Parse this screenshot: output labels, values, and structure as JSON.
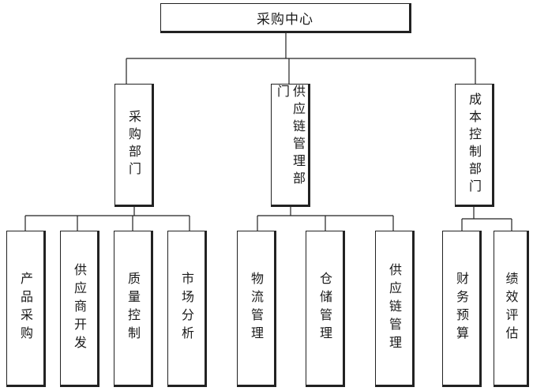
{
  "root": {
    "label": "采购中心"
  },
  "departments": [
    {
      "label": "采购部门",
      "children": [
        "产品采购",
        "供应商开发",
        "质量控制",
        "市场分析"
      ]
    },
    {
      "label": "供应链管理部门",
      "children": [
        "物流管理",
        "仓储管理",
        "供应链管理"
      ]
    },
    {
      "label": "成本控制部门",
      "children": [
        "财务预算",
        "绩效评估"
      ]
    }
  ],
  "colors": {
    "line": "#222222",
    "text": "#1a1a1a",
    "background": "#ffffff"
  }
}
